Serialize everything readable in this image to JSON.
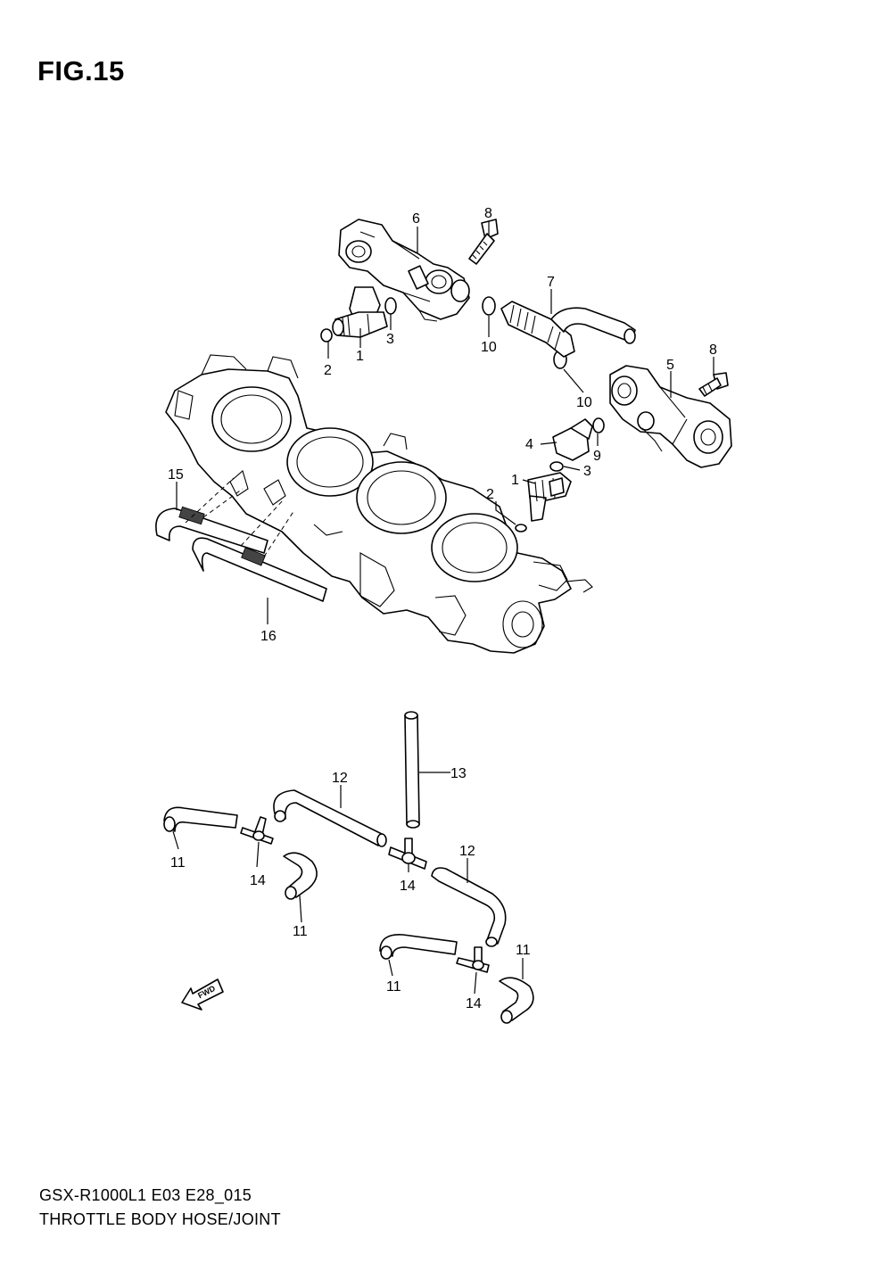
{
  "figure": {
    "title": "FIG.15"
  },
  "footer": {
    "model_code": "GSX-R1000L1 E03 E28_015",
    "section_name": "THROTTLE BODY HOSE/JOINT"
  },
  "callouts": {
    "c1a": "1",
    "c1b": "1",
    "c2a": "2",
    "c2b": "2",
    "c3a": "3",
    "c3b": "3",
    "c4": "4",
    "c5": "5",
    "c6": "6",
    "c7": "7",
    "c8a": "8",
    "c8b": "8",
    "c9": "9",
    "c10a": "10",
    "c10b": "10",
    "c11a": "11",
    "c11b": "11",
    "c11c": "11",
    "c11d": "11",
    "c12a": "12",
    "c12b": "12",
    "c13": "13",
    "c14a": "14",
    "c14b": "14",
    "c14c": "14",
    "c15": "15",
    "c16": "16"
  },
  "fwd_marker": {
    "text": "FWD",
    "icon": "forward-arrow-icon"
  }
}
